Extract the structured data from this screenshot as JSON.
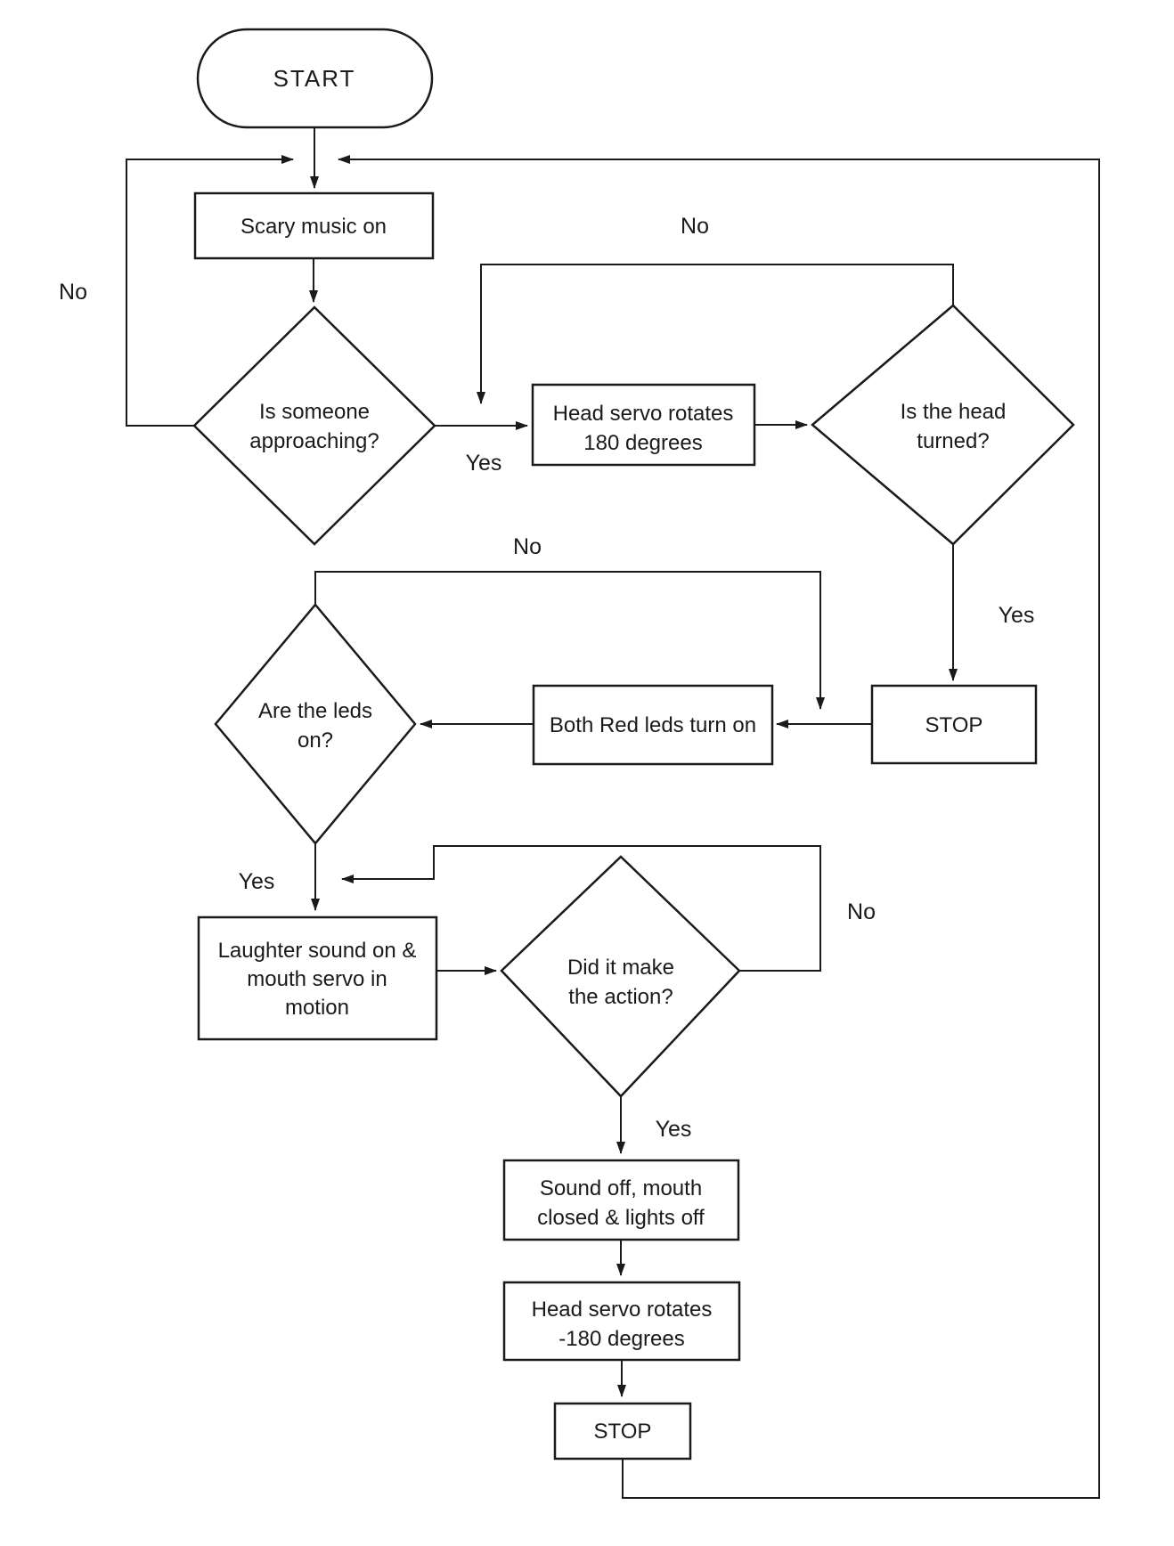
{
  "colors": {
    "background": "#ffffff",
    "line": "#1a1a1a",
    "text": "#1a1a1a"
  },
  "nodes": {
    "start": {
      "label": "START"
    },
    "scary_music": {
      "label": "Scary music on"
    },
    "is_someone_approaching": {
      "line1": "Is someone",
      "line2": "approaching?"
    },
    "head_servo_rotates_180": {
      "line1": "Head servo rotates",
      "line2": "180 degrees"
    },
    "is_the_head_turned": {
      "line1": "Is the head",
      "line2": "turned?"
    },
    "stop_top": {
      "label": "STOP"
    },
    "both_red_leds": {
      "label": "Both Red leds turn on"
    },
    "are_the_leds_on": {
      "line1": "Are the leds",
      "line2": "on?"
    },
    "laughter_sound": {
      "line1": "Laughter sound on &",
      "line2": "mouth servo in",
      "line3": "motion"
    },
    "did_it_make_action": {
      "line1": "Did it make",
      "line2": "the action?"
    },
    "sound_off": {
      "line1": "Sound off, mouth",
      "line2": "closed & lights off"
    },
    "head_servo_rotates_neg180": {
      "line1": "Head servo rotates",
      "line2": "-180 degrees"
    },
    "stop_bottom": {
      "label": "STOP"
    }
  },
  "edge_labels": {
    "approaching_no": "No",
    "approaching_yes": "Yes",
    "head_turned_no": "No",
    "head_turned_yes": "Yes",
    "leds_no": "No",
    "leds_yes": "Yes",
    "action_no": "No",
    "action_yes": "Yes"
  }
}
